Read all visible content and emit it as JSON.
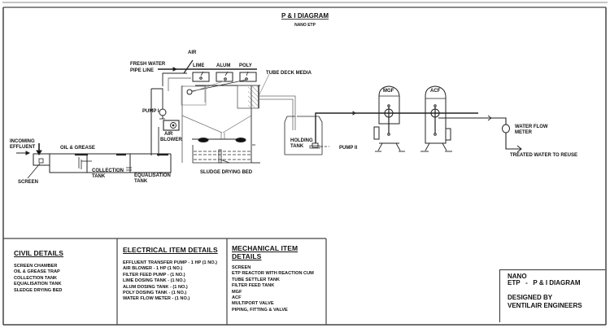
{
  "header": {
    "title": "P & I DIAGRAM",
    "subtitle": "NANO ETP"
  },
  "diagram_labels": {
    "incoming_effluent_line1": "INCOMING",
    "incoming_effluent_line2": "EFFLUENT",
    "screen": "SCREEN",
    "oil_grease": "OIL & GREASE",
    "collection_tank_line1": "COLLECTION",
    "collection_tank_line2": "TANK",
    "equalisation_tank_line1": "EQUALISATION",
    "equalisation_tank_line2": "TANK",
    "pump_1": "PUMP I",
    "air_blower_line1": "AIR",
    "air_blower_line2": "BLOWER",
    "fresh_water_line1": "FRESH WATER",
    "fresh_water_line2": "PIPE LINE",
    "air": "AIR",
    "lime": "LIME",
    "alum": "ALUM",
    "poly": "POLY",
    "tube_deck_media": "TUBE DECK MEDIA",
    "sludge_drying_bed": "SLUDGE DRYING BED",
    "holding_tank_line1": "HOLDING",
    "holding_tank_line2": "TANK",
    "pump_2": "PUMP II",
    "mgf": "MGF",
    "acf": "ACF",
    "water_flow_meter_line1": "WATER FLOW",
    "water_flow_meter_line2": "METER",
    "treated_water": "TREATED WATER TO REUSE"
  },
  "civil_details": {
    "heading": "CIVIL DETAILS",
    "items": [
      "SCREEN CHAMBER",
      "OIL & GREASE TRAP",
      "COLLECTION TANK",
      "EQUALISATION TANK",
      "SLEDGE DRYING BED"
    ]
  },
  "electrical_details": {
    "heading": "ELECTRICAL ITEM DETAILS",
    "items": [
      "EFFLUENT TRANSFER PUMP  -  1 HP (1 NO.)",
      "AIR BLOWER - 1 HP (1 NO.)",
      "FILTER FEED PUMP - (1 NO.)",
      "LIME DOSING TANK  - (1 NO.)",
      "ALUM DOSING TANK  - (1 NO.)",
      "POLY DOSING TANK  - (1 NO.)",
      "WATER FLOW METER - (1 NO.)"
    ]
  },
  "mechanical_details": {
    "heading": "MECHANICAL ITEM DETAILS",
    "items": [
      "SCREEN",
      "ETP REACTOR WITH REACTION CUM",
      "TUBE SETTLER TANK",
      "FILTER FEED TANK",
      "MGF",
      "ACF",
      "MULTIPORT VALVE",
      "PIPING, FITTING & VALVE"
    ]
  },
  "title_block": {
    "line1": "NANO",
    "line2": "ETP   -   P & I DIAGRAM",
    "line3": "DESIGNED BY",
    "line4": "VENTILAIR ENGINEERS"
  }
}
